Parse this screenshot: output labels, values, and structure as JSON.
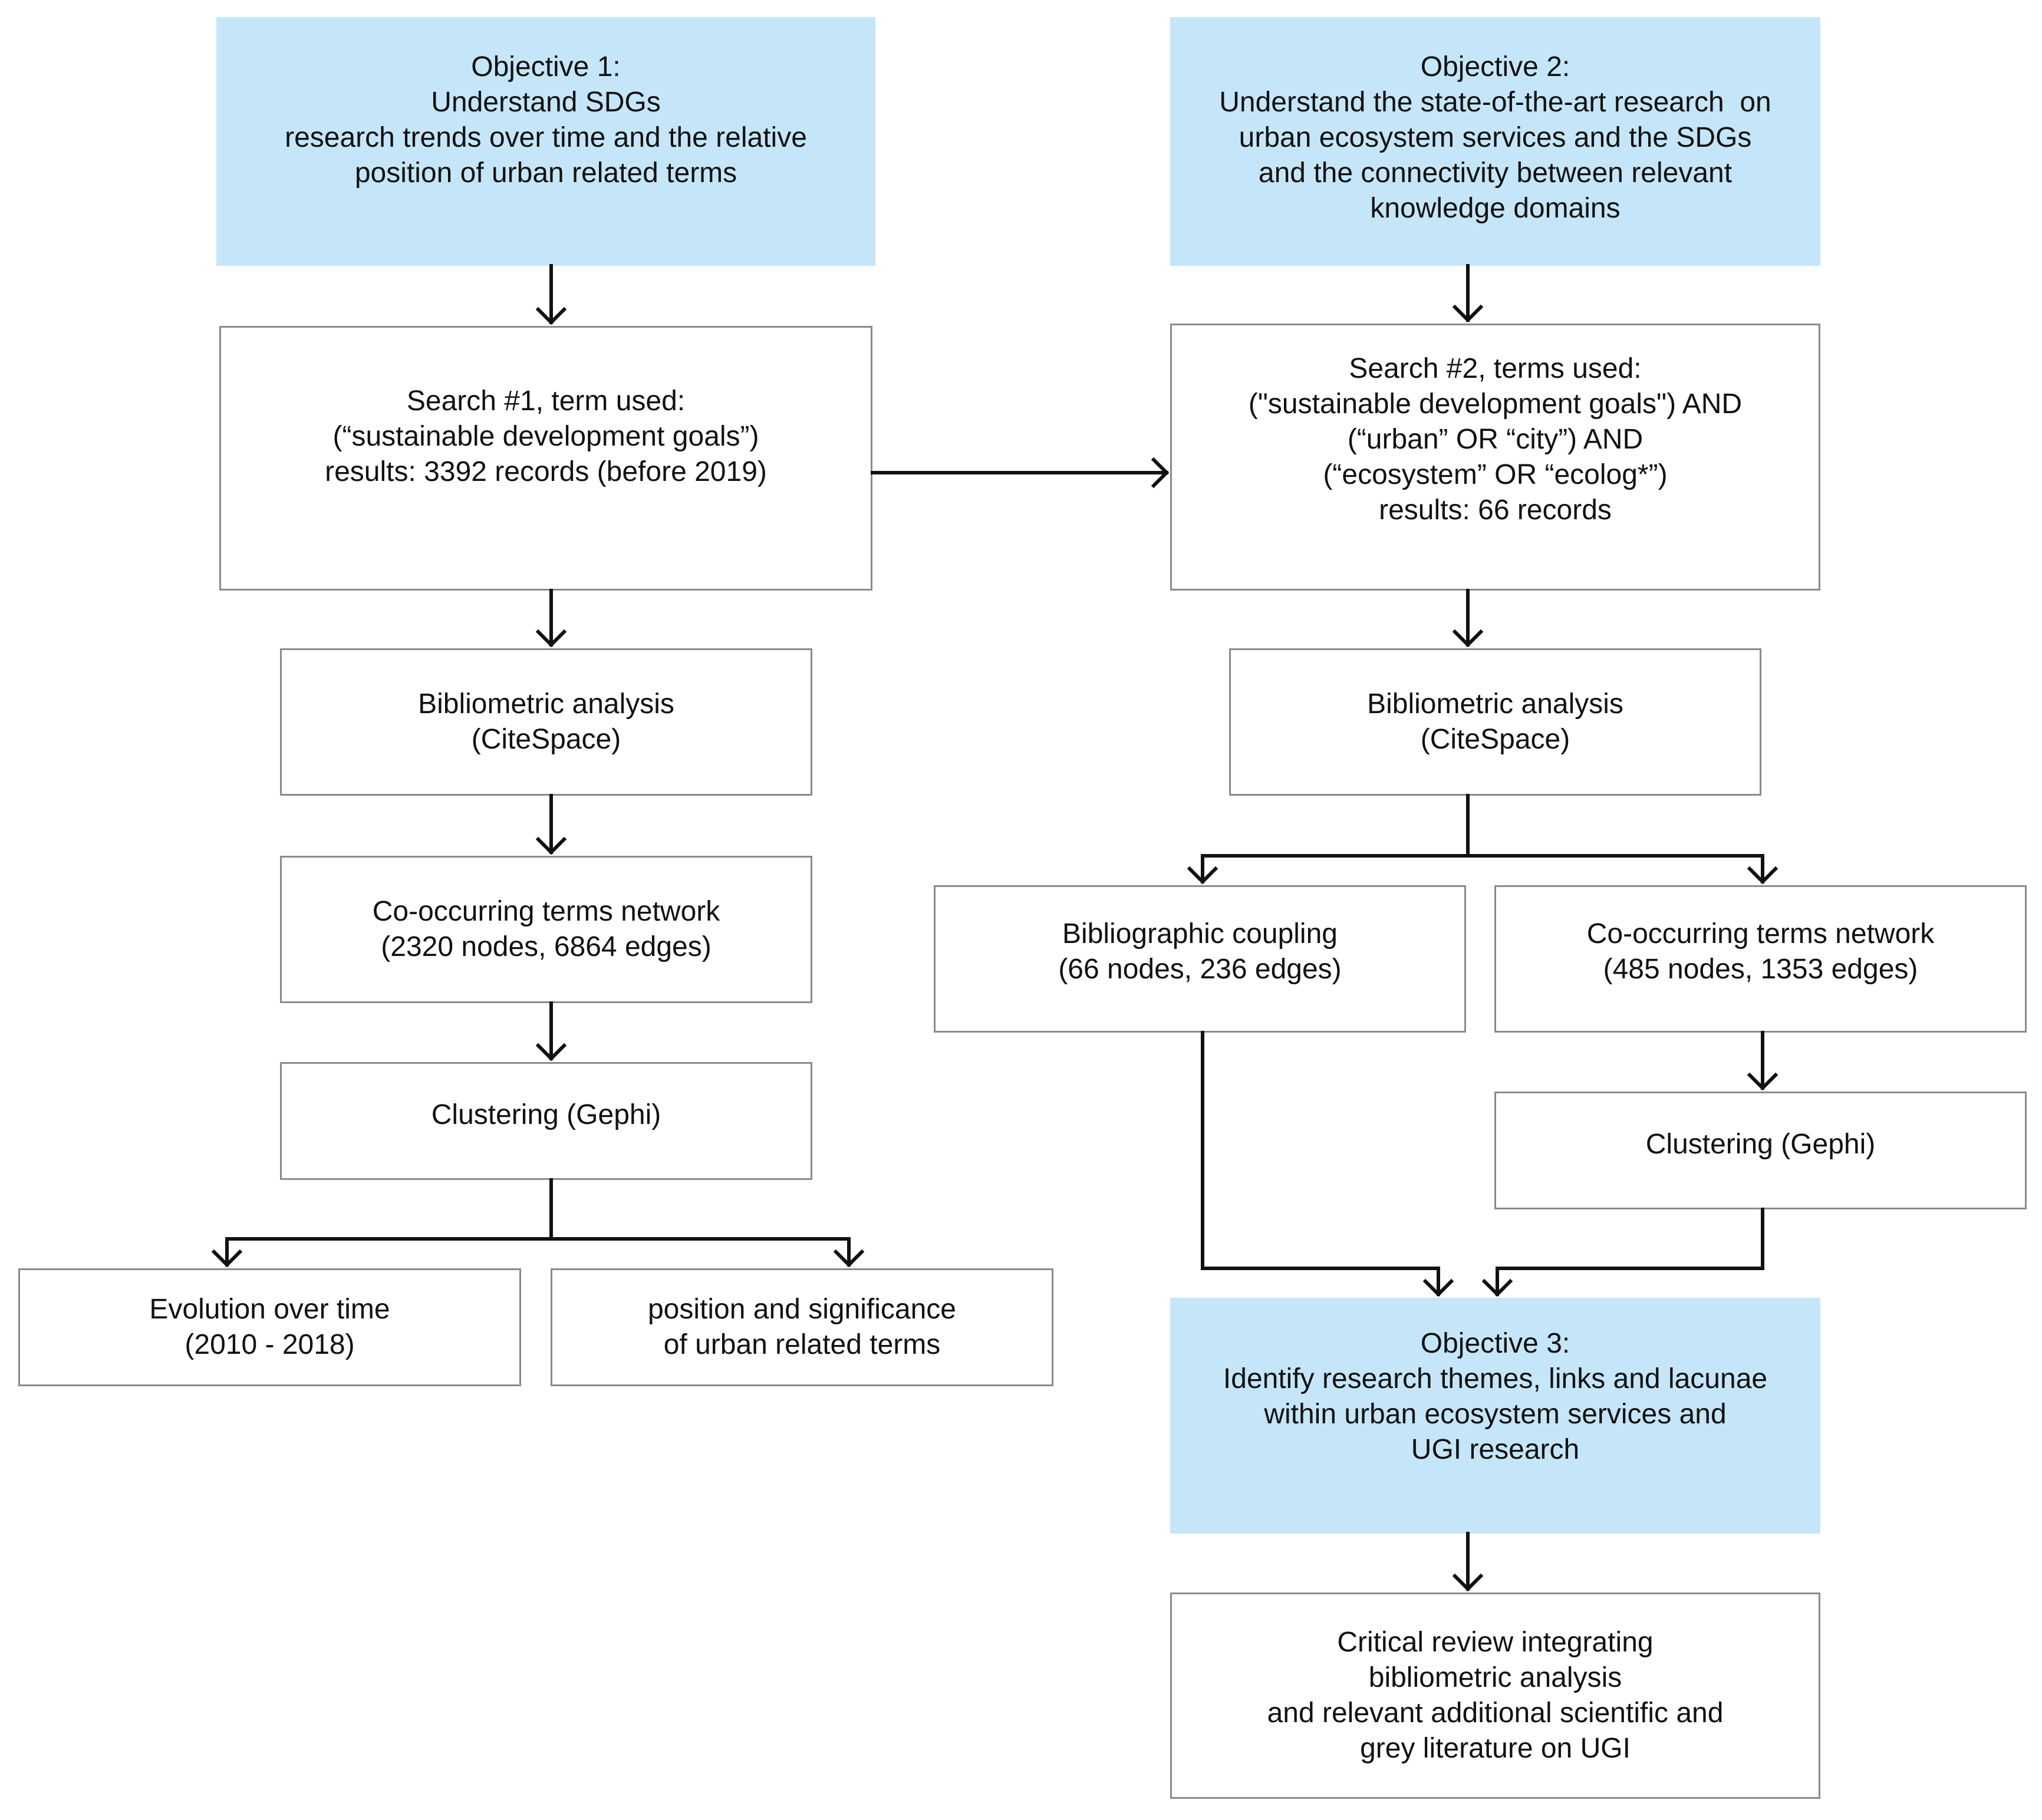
{
  "colors": {
    "objective_fill": "#c5e6f8",
    "box_border": "#8a8a8a",
    "arrow": "#111111"
  },
  "objective1": {
    "lines": [
      "Objective 1:",
      "Understand SDGs",
      "research trends over time and the relative",
      "position of urban related terms"
    ]
  },
  "objective2": {
    "lines": [
      "Objective 2:",
      "Understand the state-of-the-art research  on",
      "urban ecosystem services and the SDGs",
      "and the connectivity between relevant",
      "knowledge domains"
    ]
  },
  "search1": {
    "lines": [
      "Search #1, term used:",
      "(“sustainable development goals”)",
      "results: 3392 records (before 2019)"
    ]
  },
  "search2": {
    "lines": [
      "Search #2, terms used:",
      "(\"sustainable development goals\") AND",
      "(“urban” OR “city”) AND",
      "(“ecosystem” OR “ecolog*”)",
      "results: 66 records"
    ]
  },
  "biblio1": {
    "lines": [
      "Bibliometric analysis",
      "(CiteSpace)"
    ]
  },
  "biblio2": {
    "lines": [
      "Bibliometric analysis",
      "(CiteSpace)"
    ]
  },
  "cooccur1": {
    "lines": [
      "Co-occurring terms network",
      "(2320 nodes, 6864 edges)"
    ]
  },
  "cluster1": {
    "lines": [
      "Clustering (Gephi)"
    ]
  },
  "evolution": {
    "lines": [
      "Evolution over time",
      "(2010 - 2018)"
    ]
  },
  "position": {
    "lines": [
      "position and significance",
      "of urban related terms"
    ]
  },
  "coupling": {
    "lines": [
      "Bibliographic coupling",
      "(66 nodes, 236 edges)"
    ]
  },
  "cooccur2": {
    "lines": [
      "Co-occurring terms network",
      "(485 nodes, 1353 edges)"
    ]
  },
  "cluster2": {
    "lines": [
      "Clustering (Gephi)"
    ]
  },
  "objective3": {
    "lines": [
      "Objective 3:",
      "Identify research themes, links and lacunae",
      "within urban ecosystem services and",
      "UGI research"
    ]
  },
  "review": {
    "lines": [
      "Critical review integrating",
      "bibliometric analysis",
      "and relevant additional scientific and",
      "grey literature on UGI"
    ]
  }
}
